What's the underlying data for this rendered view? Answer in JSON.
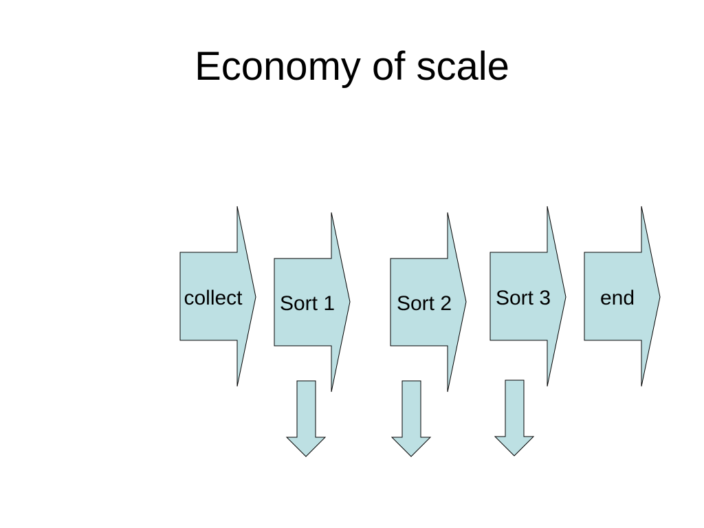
{
  "slide": {
    "title": "Economy of scale"
  },
  "colors": {
    "arrow_fill": "#bde0e3",
    "arrow_stroke": "#000000"
  },
  "process": {
    "steps": [
      {
        "label": "collect"
      },
      {
        "label": "Sort 1"
      },
      {
        "label": "Sort 2"
      },
      {
        "label": "Sort 3"
      },
      {
        "label": "end"
      }
    ],
    "down_arrows": 3
  }
}
